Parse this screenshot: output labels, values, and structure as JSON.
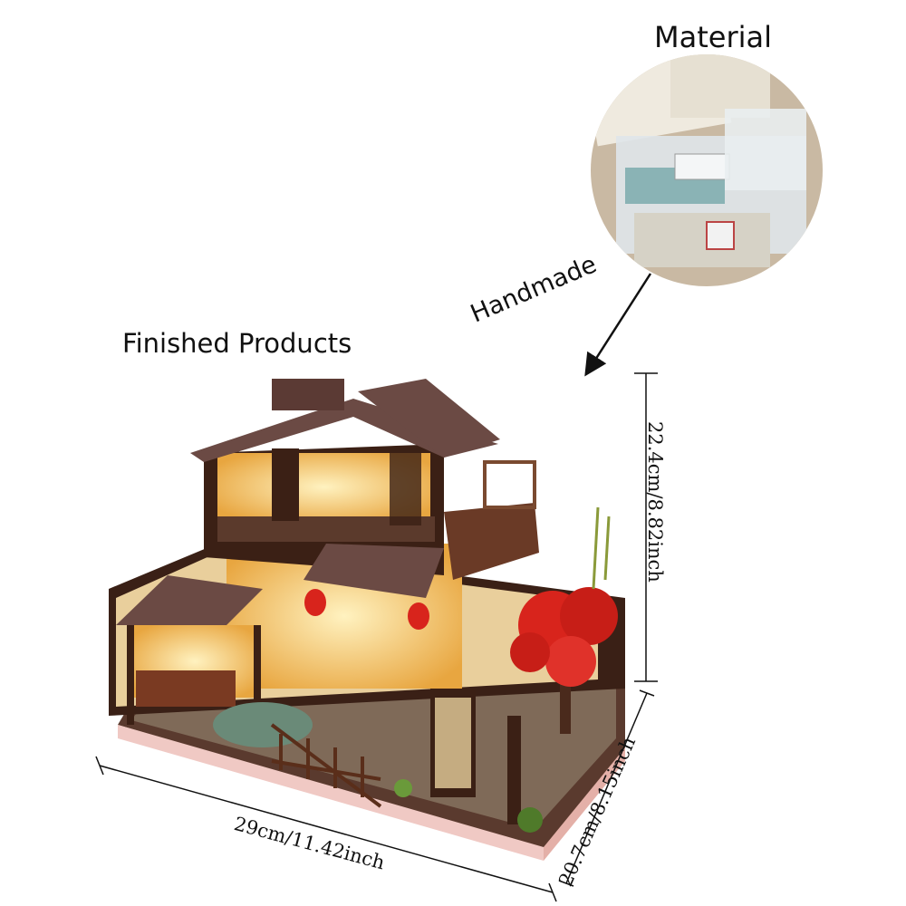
{
  "labels": {
    "material": "Material",
    "finished": "Finished Products",
    "handmade": "Handmade",
    "height": "22.4cm/8.82inch",
    "width": "29cm/11.42inch",
    "depth": "20.7cm/8.15inch"
  },
  "colors": {
    "wood": "#4a2a1c",
    "roof": "#6b4a44",
    "glow": "#ffcf6e",
    "blossom": "#d8241c",
    "bamboo": "#8a9a3a"
  }
}
